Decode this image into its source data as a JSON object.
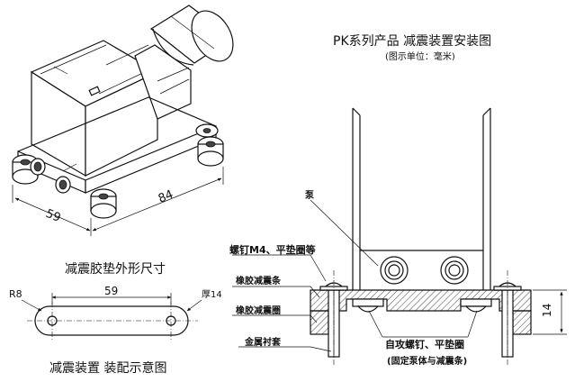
{
  "title": {
    "main": "PK系列产品 减震装置安装图",
    "unit": "(图示单位：毫米)"
  },
  "iso": {
    "dim_width": "59",
    "dim_length": "84"
  },
  "pad": {
    "caption": "减震胶垫外形尺寸",
    "dim_radius": "R8",
    "dim_length": "59",
    "dim_thickness": "厚14"
  },
  "install": {
    "caption": "减震装置 装配示意图",
    "label_pump": "泵",
    "label_screw": "螺钉M4、平垫圈等",
    "label_strip": "橡胶减震条",
    "label_ring": "橡胶减震圈",
    "label_sleeve": "金属衬套",
    "label_tap1": "自攻螺钉、平垫圈",
    "label_tap2": "(固定泵体与减震条)",
    "dim_height": "14"
  }
}
